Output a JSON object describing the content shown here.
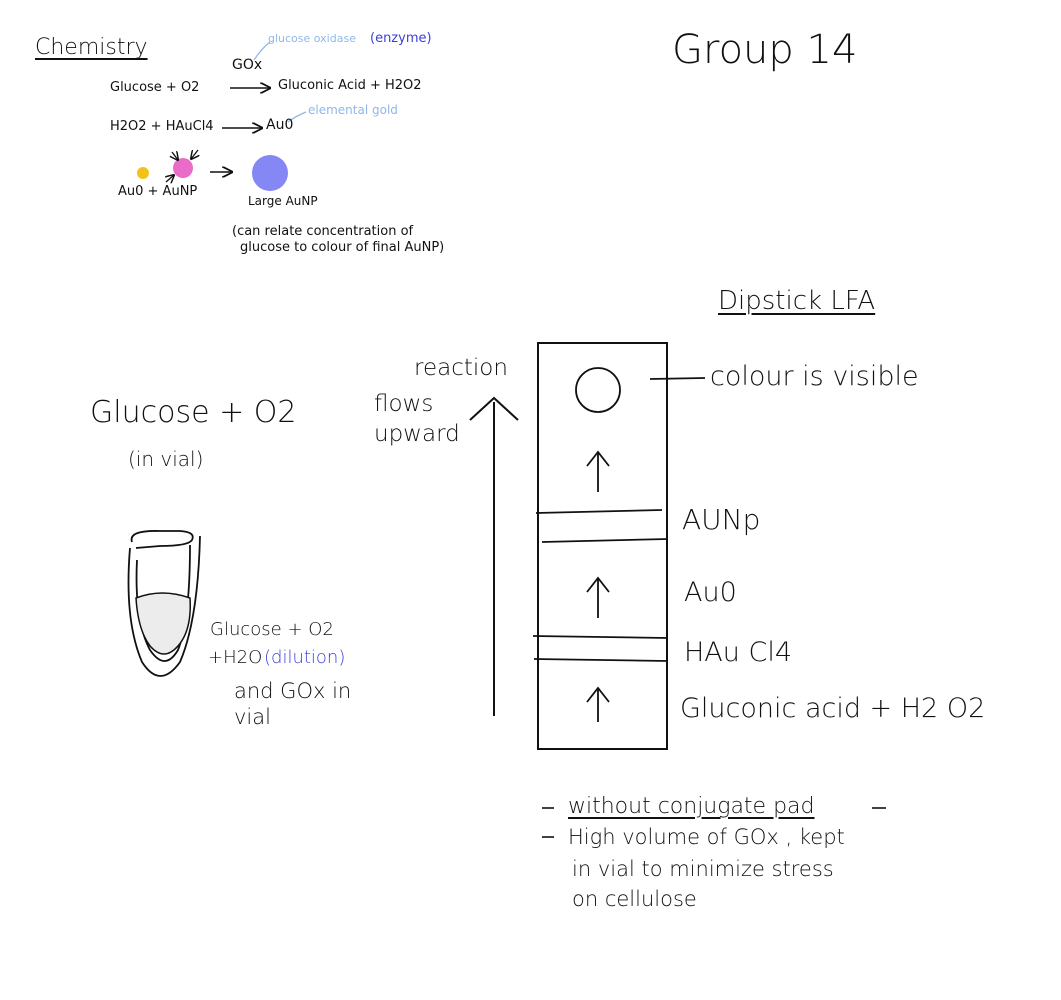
{
  "header": {
    "section_title": "Chemistry",
    "group_title": "Group 14"
  },
  "chemistry": {
    "gox": "GOx",
    "gox_note": "glucose oxidase",
    "gox_note_enzyme": "(enzyme)",
    "eq1_left": "Glucose + O2",
    "eq1_right": "Gluconic Acid + H2O2",
    "eq2_left": "H2O2 + HAuCl4",
    "eq2_right": "Au0",
    "eq2_note": "elemental gold",
    "eq3_left": "Au0 + AuNP",
    "large_label": "Large AuNP",
    "note": "(can relate concentration of",
    "note_line2": "glucose to colour of final AuNP)",
    "colors": {
      "gold": "#f2c21a",
      "pink": "#e86cc8",
      "large": "#8487f4"
    }
  },
  "vial": {
    "title": "Glucose + O2",
    "subtitle": "(in vial)",
    "contents_line1": "Glucose + O2",
    "contents_line2": "+H2O",
    "dilution": "(dilution)",
    "contents_line3": "and GOx in",
    "contents_line4": "vial"
  },
  "flow": {
    "line1": "reaction",
    "line2": "flows",
    "line3": "upward"
  },
  "dipstick": {
    "title": "Dipstick LFA",
    "labels": {
      "colour": "colour is visible",
      "aunp": "AUNp",
      "au0": "Au0",
      "haucl4": "HAu Cl4",
      "gluconic": "Gluconic acid + H2 O2"
    }
  },
  "notes": {
    "line1": "without conjugate pad",
    "line2": "High volume of GOx , kept",
    "line3": "in vial to minimize stress",
    "line4": "on cellulose"
  }
}
